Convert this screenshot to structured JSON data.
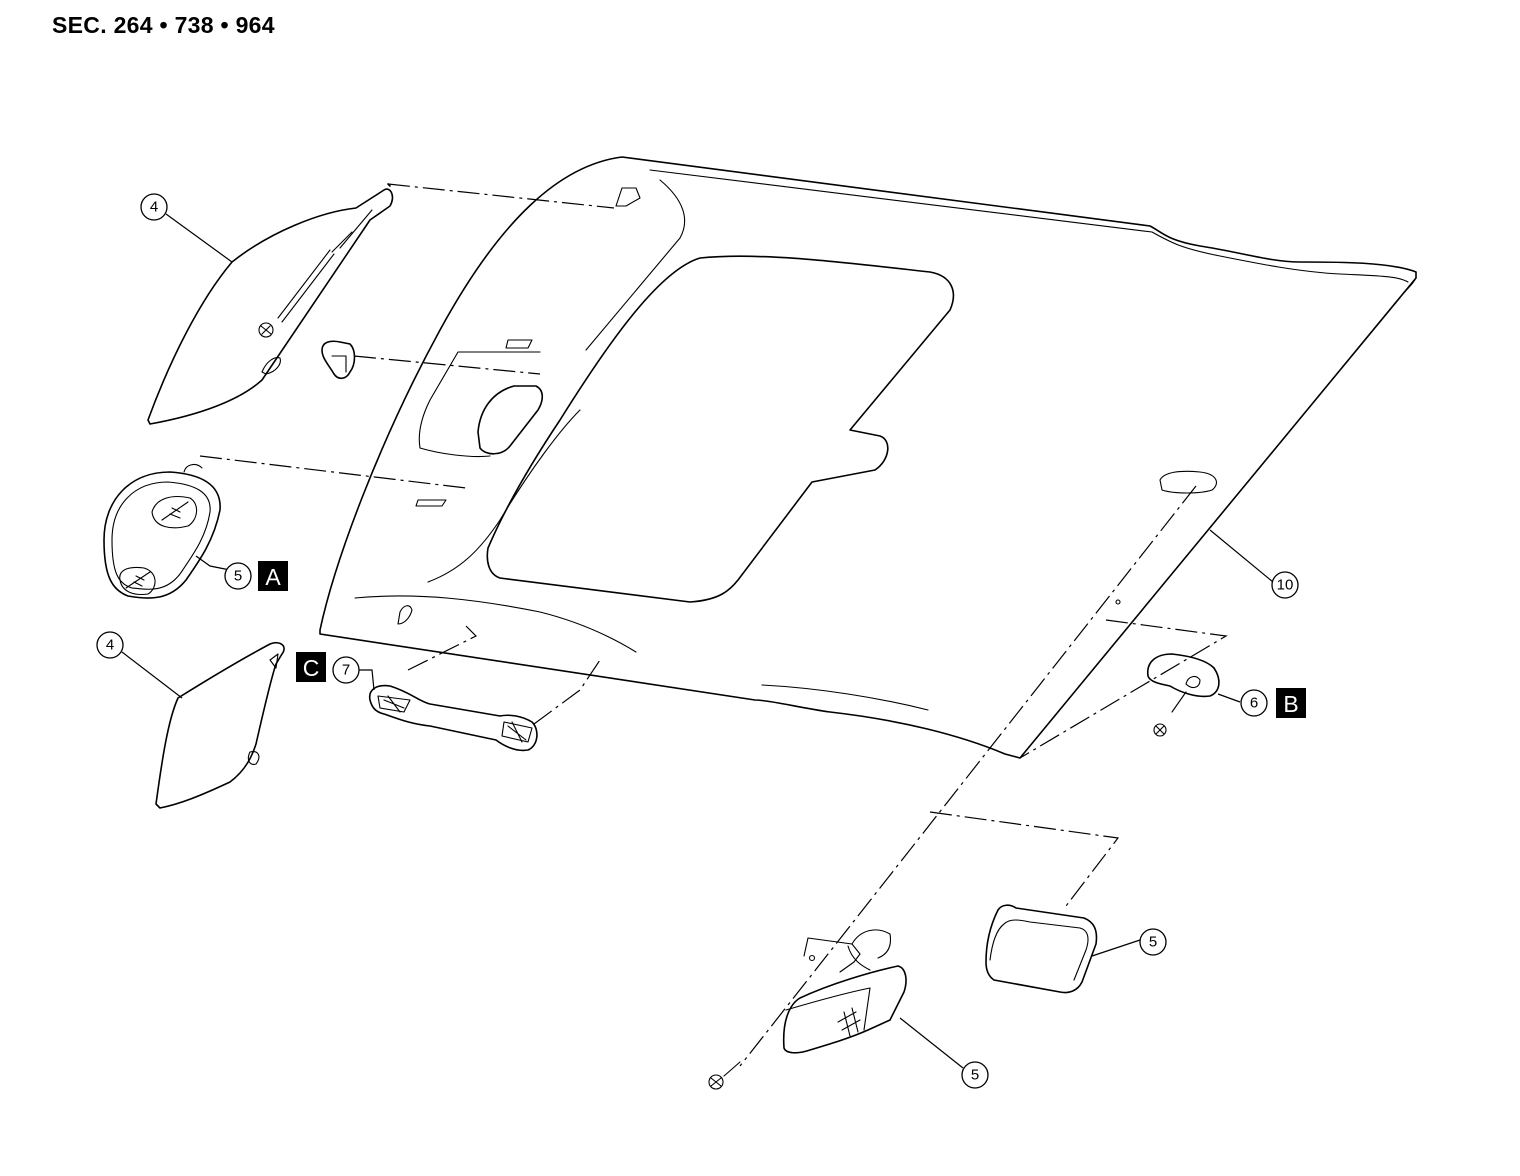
{
  "header": {
    "section": "SEC. 264 • 738 • 964"
  },
  "callouts": {
    "c4_top": "4",
    "c4_bottom": "4",
    "c5_a": "5",
    "c5_right": "5",
    "c5_bottom": "5",
    "c6": "6",
    "c7": "7",
    "c10": "10"
  },
  "tags": {
    "a": "A",
    "b": "B",
    "c": "C"
  },
  "colors": {
    "line": "#000000",
    "background": "#ffffff",
    "tag_fill": "#000000",
    "tag_text": "#ffffff"
  }
}
